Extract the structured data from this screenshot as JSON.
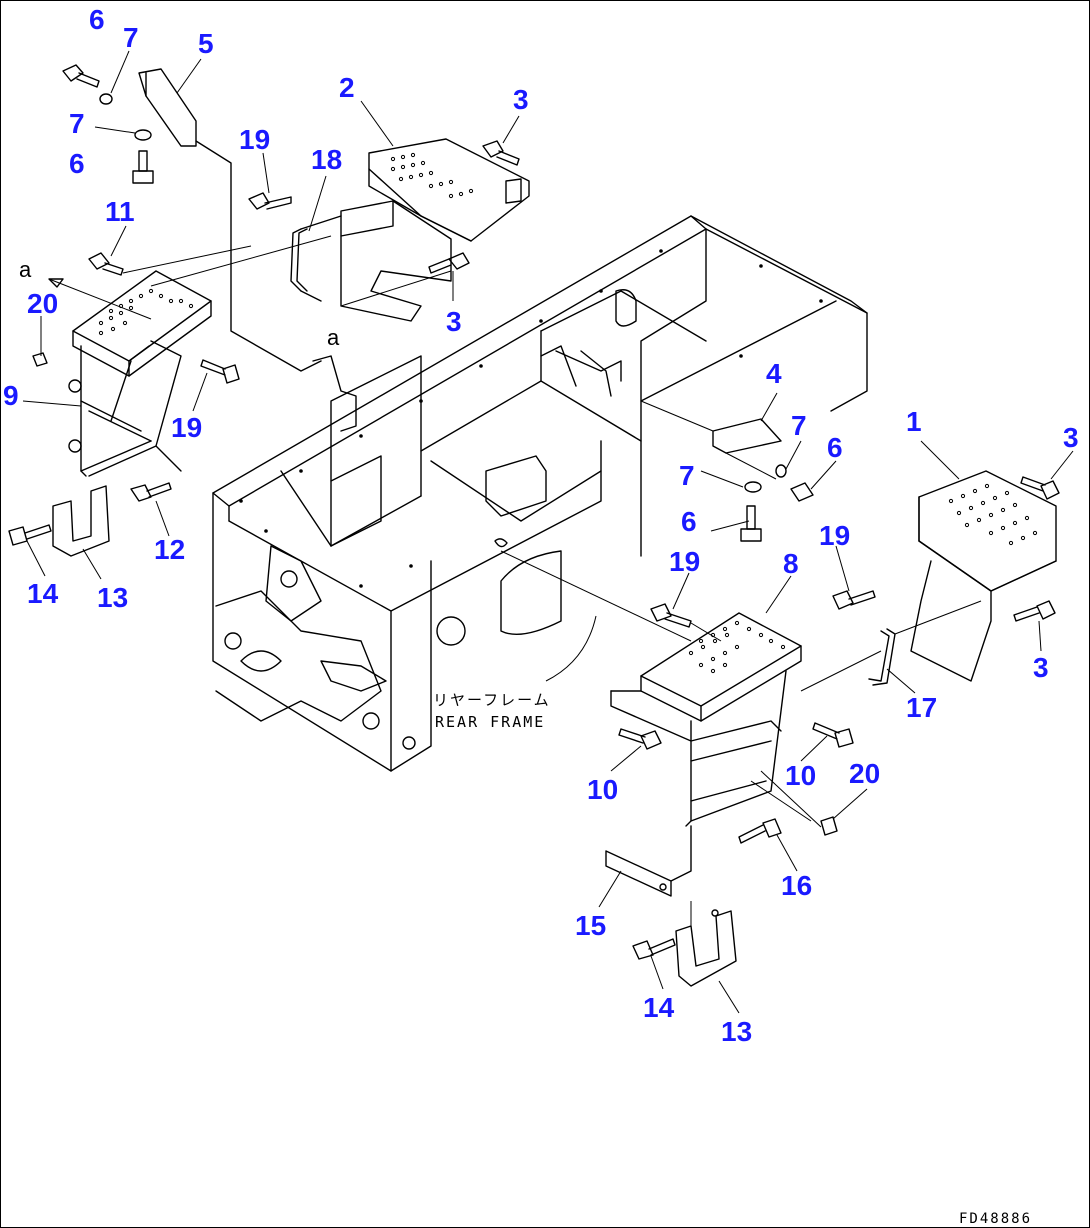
{
  "drawing": {
    "frame_label_jp": "リヤーフレーム",
    "frame_label_en": "REAR FRAME",
    "drawing_code": "FD48886",
    "view_marks": [
      "a",
      "a"
    ],
    "callout_color": "#1a1aff"
  },
  "callouts": [
    "6",
    "7",
    "5",
    "7",
    "6",
    "2",
    "3",
    "19",
    "18",
    "11",
    "20",
    "9",
    "19",
    "3",
    "12",
    "14",
    "13",
    "4",
    "7",
    "6",
    "7",
    "6",
    "1",
    "3",
    "19",
    "8",
    "19",
    "3",
    "17",
    "10",
    "10",
    "20",
    "16",
    "15",
    "14",
    "13"
  ]
}
